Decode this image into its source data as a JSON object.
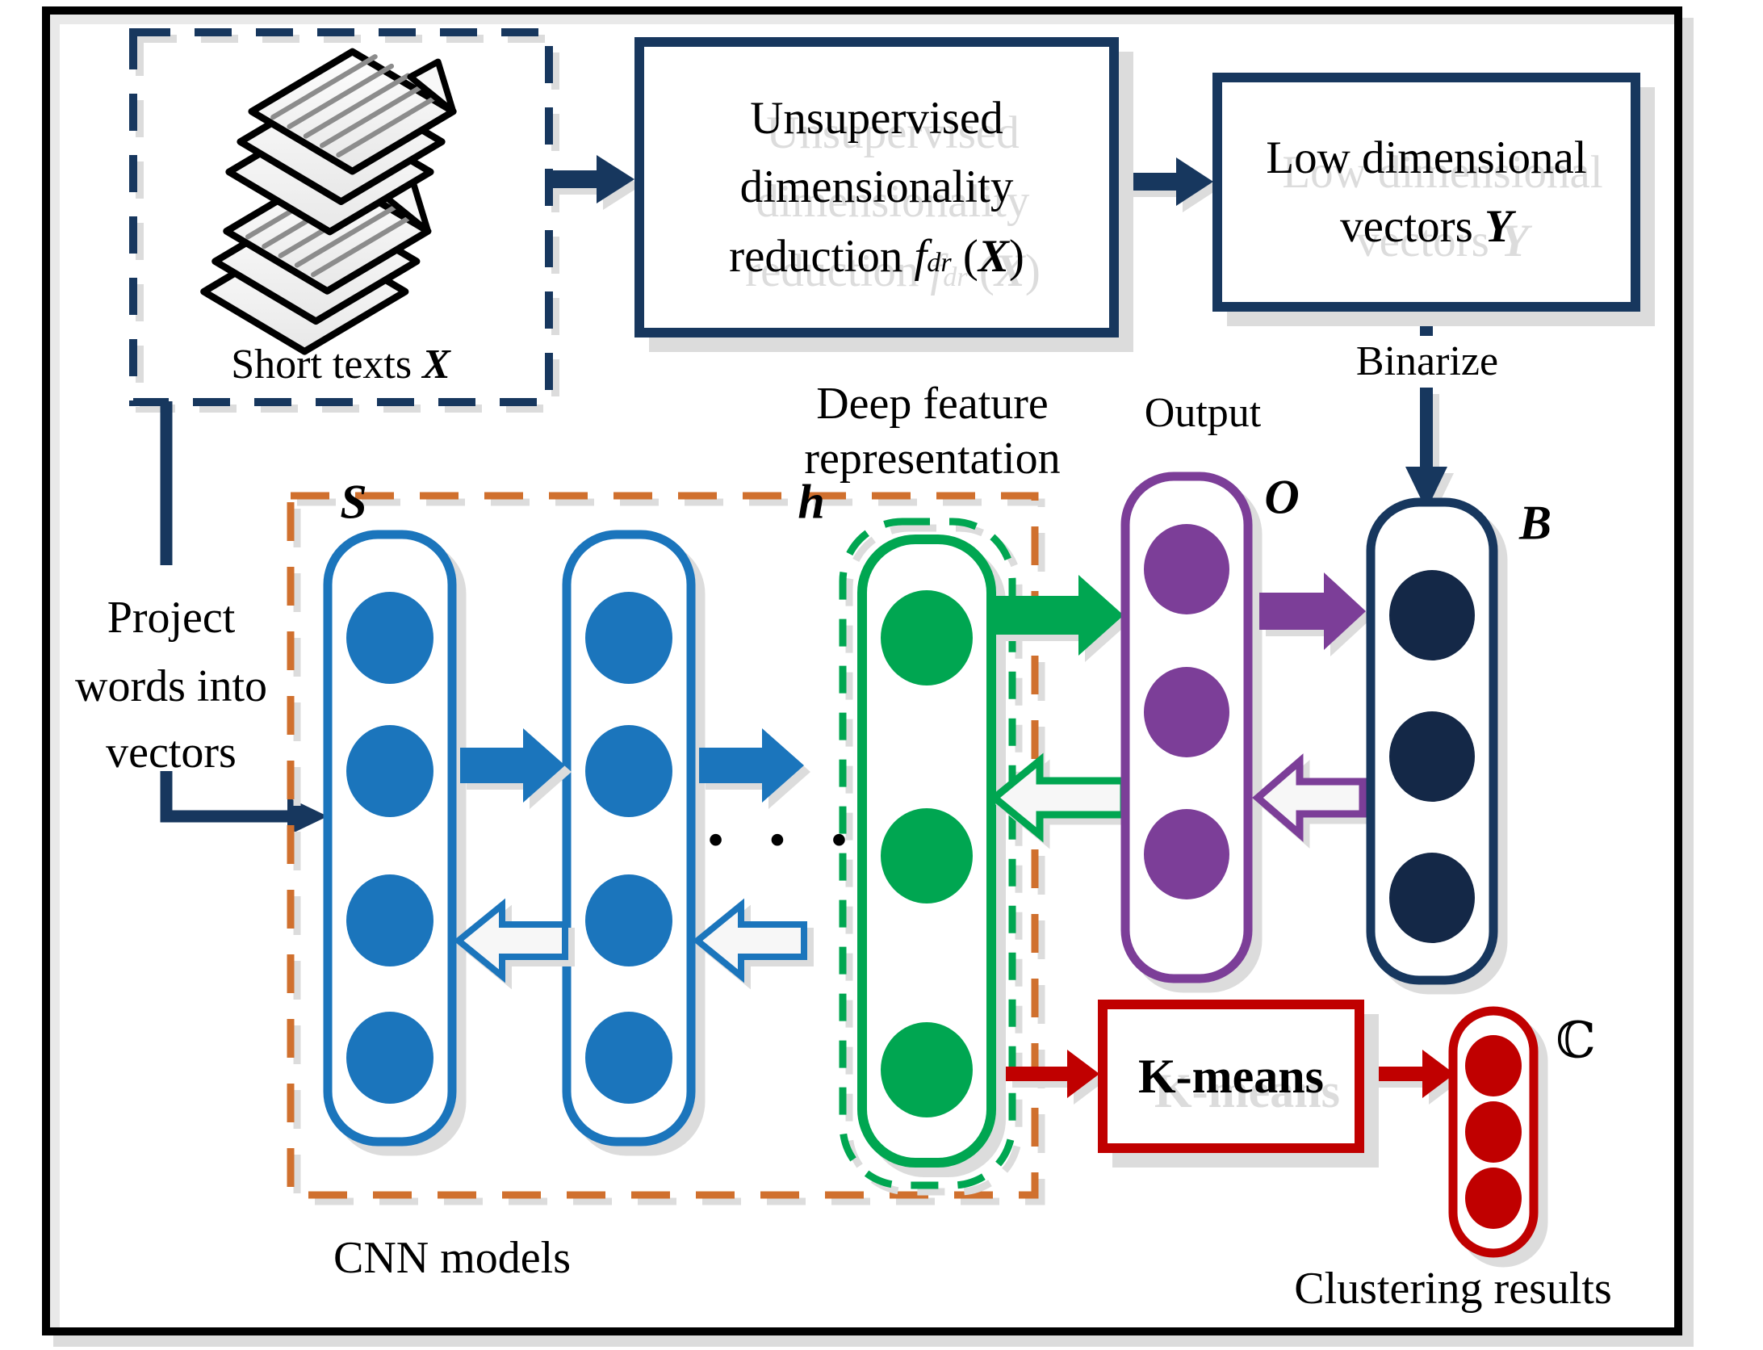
{
  "figure": {
    "short_texts": {
      "label": "Short texts",
      "symbol": "X"
    },
    "dim_reduction_box": {
      "line1": "Unsupervised",
      "line2": "dimensionality",
      "line3_prefix": "reduction",
      "fn": "f",
      "fn_sub": "dr",
      "paren_open": "(",
      "arg": "X",
      "paren_close": ")"
    },
    "low_dim_box": {
      "line1": "Low dimensional",
      "line2_prefix": "vectors",
      "symbol": "Y"
    },
    "binarize_label": "Binarize",
    "deep_feature": {
      "line1": "Deep feature",
      "line2": "representation"
    },
    "output_label": "Output",
    "labels": {
      "s": "S",
      "h": "h",
      "o": "O",
      "b": "B",
      "c": "ℂ"
    },
    "project_words": {
      "line1": "Project",
      "line2": "words into",
      "line3": "vectors"
    },
    "cnn_label": "CNN models",
    "kmeans_label": "K-means",
    "clustering_label": "Clustering results",
    "ellipsis": "• • •"
  },
  "layers": {
    "s_column_nodes": 4,
    "s_column2_nodes": 4,
    "h_column_nodes": 3,
    "output_nodes": 3,
    "binary_nodes": 3,
    "cluster_nodes": 3
  },
  "colors": {
    "navy": "#17375E",
    "navy_dark": "#142847",
    "blue": "#1B75BC",
    "green": "#00A651",
    "purple": "#7C3E98",
    "red": "#C00000",
    "orange": "#D0702E",
    "shadow": "#DCDCDC",
    "page_line": "#8C8C8C"
  }
}
